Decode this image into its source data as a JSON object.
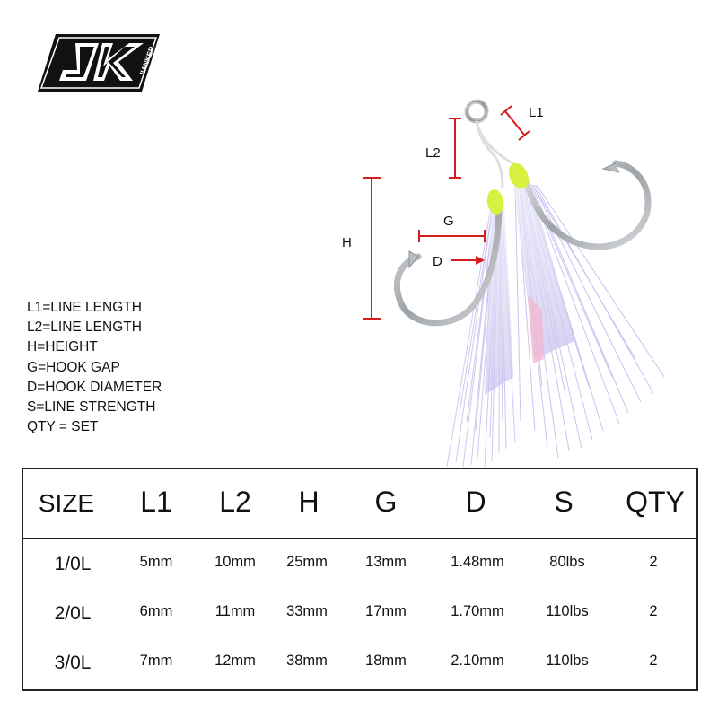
{
  "brand": {
    "logo_letters": "JK",
    "logo_subtext": "JIANKER"
  },
  "diagram": {
    "labels": {
      "l1": "L1",
      "l2": "L2",
      "h": "H",
      "g": "G",
      "d": "D"
    },
    "colors": {
      "dimension_lines": "#d41c1c",
      "hook_steel": "#a9adb1",
      "thread_wrap": "#d8f040",
      "flash_fibers": "#b9b0e6"
    }
  },
  "legend": [
    "L1=LINE LENGTH",
    "L2=LINE LENGTH",
    "H=HEIGHT",
    "G=HOOK GAP",
    "D=HOOK DIAMETER",
    "S=LINE STRENGTH",
    "QTY = SET"
  ],
  "table": {
    "headers": [
      "SIZE",
      "L1",
      "L2",
      "H",
      "G",
      "D",
      "S",
      "QTY"
    ],
    "rows": [
      [
        "1/0L",
        "5mm",
        "10mm",
        "25mm",
        "13mm",
        "1.48mm",
        "80lbs",
        "2"
      ],
      [
        "2/0L",
        "6mm",
        "11mm",
        "33mm",
        "17mm",
        "1.70mm",
        "110lbs",
        "2"
      ],
      [
        "3/0L",
        "7mm",
        "12mm",
        "38mm",
        "18mm",
        "2.10mm",
        "110lbs",
        "2"
      ]
    ]
  }
}
